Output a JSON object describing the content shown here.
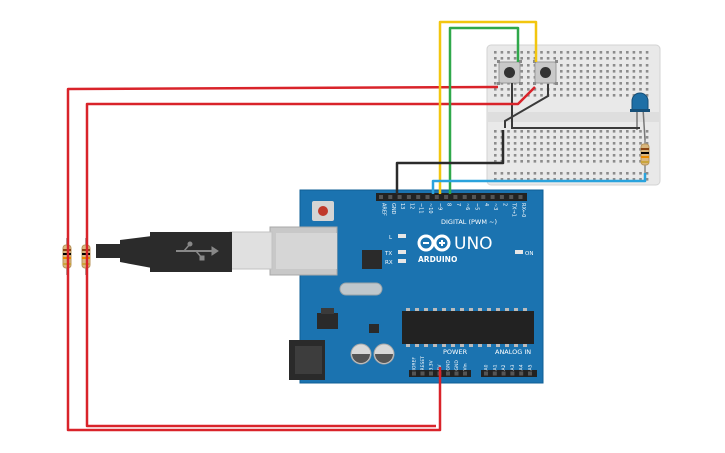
{
  "board": {
    "brand": "ARDUINO",
    "model": "UNO",
    "digital_label": "DIGITAL (PWM ~)",
    "power_label": "POWER",
    "analog_label": "ANALOG IN",
    "led_l": "L",
    "led_tx": "TX",
    "led_rx": "RX",
    "led_on": "ON",
    "digital_pins": [
      "AREF",
      "GND",
      "13",
      "12",
      "~11",
      "~10",
      "~9",
      "8",
      "7",
      "~6",
      "~5",
      "4",
      "~3",
      "2",
      "TX→1",
      "RX←0"
    ],
    "power_pins": [
      "IOREF",
      "RESET",
      "3.3V",
      "5V",
      "GND",
      "GND",
      "Vin"
    ],
    "analog_pins": [
      "A0",
      "A1",
      "A2",
      "A3",
      "A4",
      "A5"
    ]
  },
  "components": {
    "pushbuttons": 2,
    "led_color": "blue",
    "resistors_on_board": 1,
    "pulldown_resistors": 2
  },
  "colors": {
    "board": "#1b73b0",
    "board_dark": "#0f5f96",
    "wire_red": "#d9232a",
    "wire_black": "#2b2b2b",
    "wire_yellow": "#f2c60f",
    "wire_green": "#2fa84a",
    "wire_blue": "#2aa3dd",
    "breadboard": "#e9e9e9",
    "led": "#1e6fa6"
  }
}
